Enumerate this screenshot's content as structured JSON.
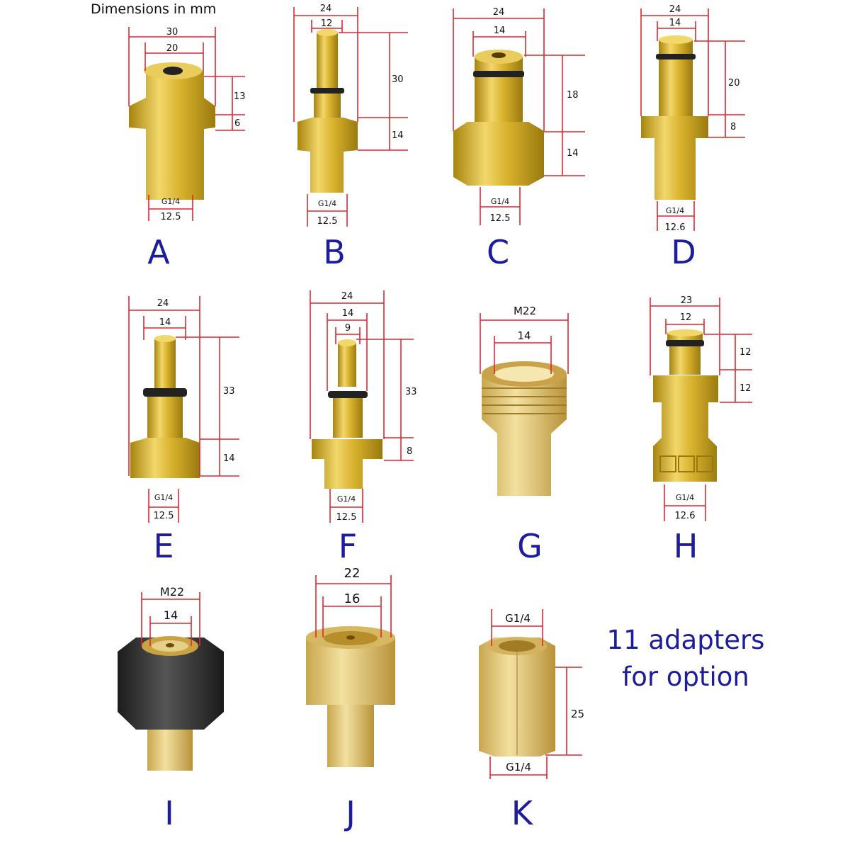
{
  "caption": "Dimensions in mm",
  "offer_line1": "11 adapters",
  "offer_line2": "for option",
  "colors": {
    "brass": "#d8b12c",
    "brass_light": "#f2d76a",
    "brass_dark": "#a8840f",
    "dim": "#e0272d",
    "letter": "#1c1c9c",
    "rubber": "#2e2e2e"
  },
  "adapters": [
    {
      "letter": "A",
      "dims": {
        "top_outer": "30",
        "top_inner": "20",
        "h1": "13",
        "h2": "6",
        "thread": "G1/4",
        "base": "12.5"
      }
    },
    {
      "letter": "B",
      "dims": {
        "top_outer": "24",
        "top_inner": "12",
        "h1": "30",
        "h2": "14",
        "thread": "G1/4",
        "base": "12.5"
      }
    },
    {
      "letter": "C",
      "dims": {
        "top_outer": "24",
        "top_inner": "14",
        "h1": "18",
        "h2": "14",
        "thread": "G1/4",
        "base": "12.5"
      }
    },
    {
      "letter": "D",
      "dims": {
        "top_outer": "24",
        "top_inner": "14",
        "h1": "20",
        "h2": "8",
        "thread": "G1/4",
        "base": "12.6"
      }
    },
    {
      "letter": "E",
      "dims": {
        "top_outer": "24",
        "top_inner": "14",
        "h1": "33",
        "h2": "14",
        "thread": "G1/4",
        "base": "12.5"
      }
    },
    {
      "letter": "F",
      "dims": {
        "top_outer": "24",
        "top_mid": "14",
        "top_inner": "9",
        "h1": "33",
        "h2": "8",
        "thread": "G1/4",
        "base": "12.5"
      }
    },
    {
      "letter": "G",
      "dims": {
        "top_outer": "M22",
        "top_inner": "14"
      }
    },
    {
      "letter": "H",
      "dims": {
        "top_outer": "23",
        "top_inner": "12",
        "h1": "12",
        "h2": "12",
        "thread": "G1/4",
        "base": "12.6"
      }
    },
    {
      "letter": "I",
      "dims": {
        "top_outer": "M22",
        "top_inner": "14"
      }
    },
    {
      "letter": "J",
      "dims": {
        "top_outer": "22",
        "top_inner": "16"
      }
    },
    {
      "letter": "K",
      "dims": {
        "top": "G1/4",
        "height": "25",
        "bottom": "G1/4"
      }
    }
  ]
}
